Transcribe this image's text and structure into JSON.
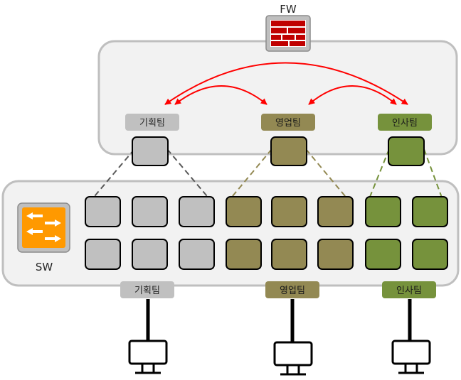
{
  "firewall": {
    "label": "FW",
    "icon": "firewall-brick-icon"
  },
  "switch": {
    "label": "SW",
    "icon": "switch-arrows-icon"
  },
  "teams": [
    {
      "id": "planning",
      "name": "기획팀",
      "color": "#c0c0c0"
    },
    {
      "id": "sales",
      "name": "영업팀",
      "color": "#938953"
    },
    {
      "id": "hr",
      "name": "인사팀",
      "color": "#76923c"
    }
  ],
  "colors": {
    "frame_fill": "#f2f2f2",
    "frame_stroke": "#bfbfbf",
    "arrow": "#ff0000",
    "firewall": "#c00000",
    "switch": "#ff9900",
    "planning": "#c0c0c0",
    "sales": "#938953",
    "hr": "#76923c"
  }
}
